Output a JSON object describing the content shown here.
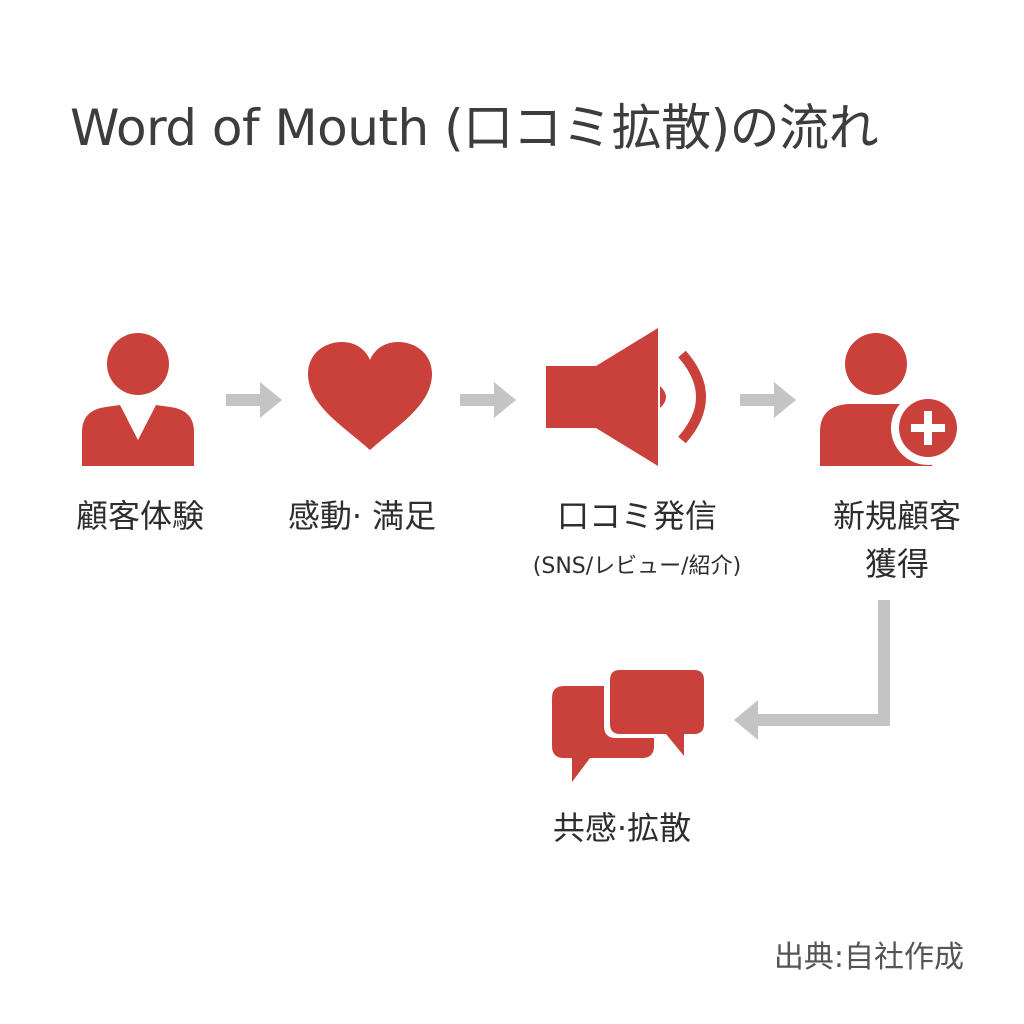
{
  "title": "Word of Mouth (口コミ拡散)の流れ",
  "colors": {
    "accent": "#c9413a",
    "arrow": "#c4c4c4",
    "text": "#2e2e2e"
  },
  "steps": [
    {
      "icon": "person-icon",
      "label": "顧客体験"
    },
    {
      "icon": "heart-icon",
      "label": "感動· 満足"
    },
    {
      "icon": "megaphone-icon",
      "label": "口コミ発信",
      "sublabel": "(SNS/レビュー/紹介)"
    },
    {
      "icon": "person-add-icon",
      "label_line1": "新規顧客",
      "label_line2": "獲得"
    },
    {
      "icon": "chat-bubbles-icon",
      "label": "共感·拡散"
    }
  ],
  "source": "出典:自社作成"
}
